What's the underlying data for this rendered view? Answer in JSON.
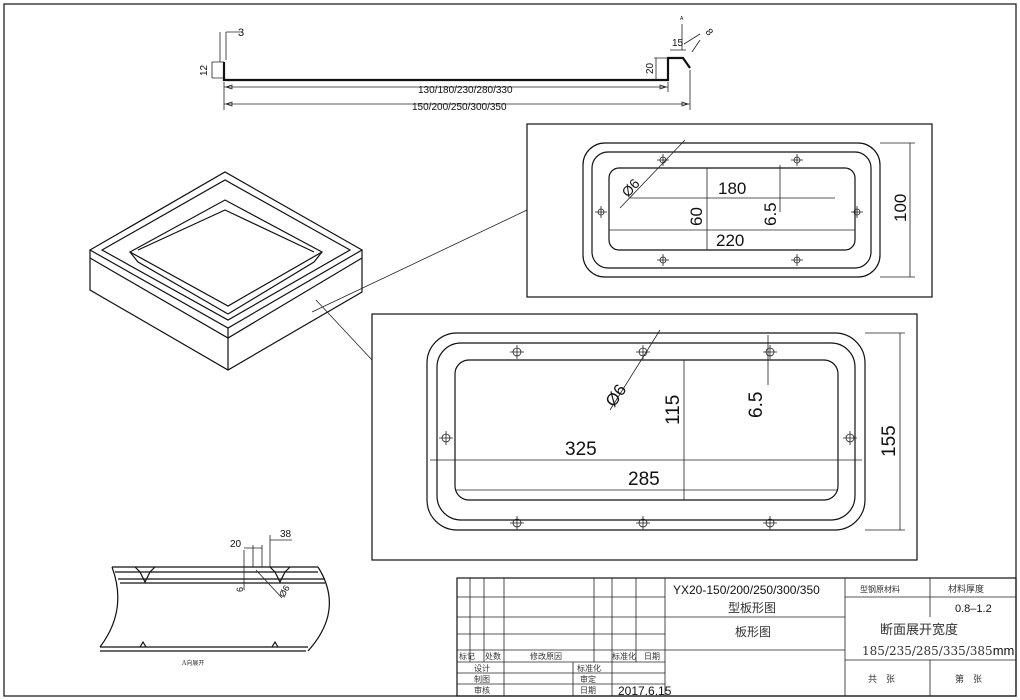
{
  "profile": {
    "dim_lip_thickness": "3",
    "dim_lip_height": "12",
    "dim_step_height": "20",
    "dim_top_flange": "15",
    "dim_angle_flange": "8",
    "dim_marker": "A",
    "dim_inner_width": "130/180/230/280/330",
    "dim_total_width": "150/200/250/300/350"
  },
  "detail_small": {
    "hole_dia": "Ø6",
    "inner_length": "180",
    "outer_length": "220",
    "inner_height": "60",
    "hole_offset": "6.5",
    "total_height": "100"
  },
  "detail_large": {
    "hole_dia": "Ø6",
    "outer_length": "325",
    "inner_length": "285",
    "inner_height": "115",
    "hole_offset": "6.5",
    "total_height": "155"
  },
  "unfold_view": {
    "dim_a": "20",
    "dim_b": "38",
    "dim_c": "6",
    "dim_d": "Ø6",
    "caption": "A向展开"
  },
  "title_block": {
    "model": "YX20-150/200/250/300/350",
    "drawing_type": "型板形图",
    "sheet_name": "板形图",
    "raw_material_label": "型钢原材料",
    "thickness_label": "材料厚度",
    "thickness_value": "0.8–1.2",
    "unfold_width_label": "断面展开宽度",
    "unfold_width_value": "185/235/285/335/385",
    "unfold_width_unit": "mm",
    "total_sheets": "共　张",
    "sheet_no": "第　张",
    "rev_headers": [
      "标记",
      "处数",
      "修改原因",
      "标准化",
      "日期"
    ],
    "design": "设计",
    "drafting": "制图",
    "review": "审核",
    "standardization": "标准化",
    "approval": "审定",
    "date_label": "日期",
    "date_value": "2017.6.15"
  }
}
